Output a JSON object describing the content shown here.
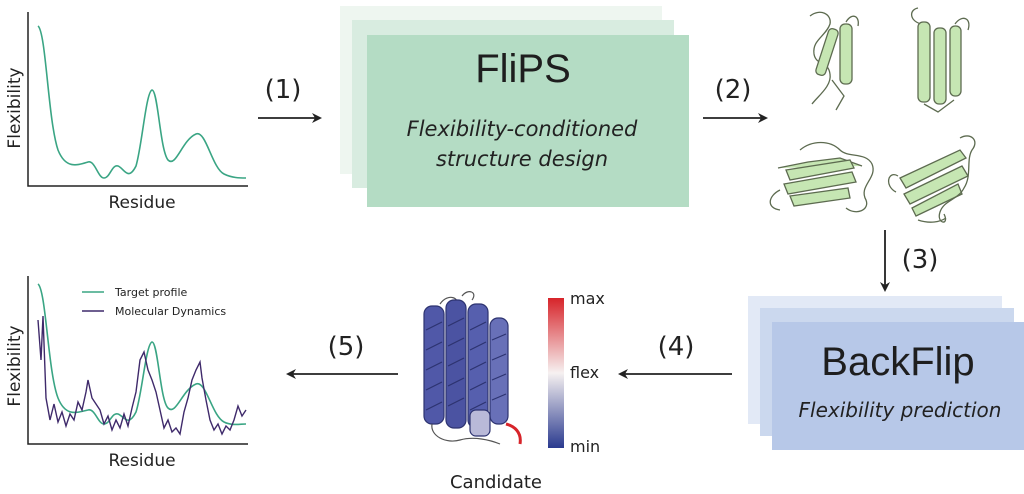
{
  "top_plot": {
    "ylabel": "Flexibility",
    "xlabel": "Residue",
    "curve_color": "#3aa584"
  },
  "bottom_plot": {
    "ylabel": "Flexibility",
    "xlabel": "Residue",
    "legend": [
      {
        "label": "Target profile",
        "color": "#3aa584"
      },
      {
        "label": "Molecular Dynamics",
        "color": "#3f2a6b"
      }
    ]
  },
  "steps": {
    "s1": "(1)",
    "s2": "(2)",
    "s3": "(3)",
    "s4": "(4)",
    "s5": "(5)"
  },
  "flips_box": {
    "title": "FliPS",
    "subtitle_line1": "Flexibility-conditioned",
    "subtitle_line2": "structure design",
    "color": "#b4dcc4"
  },
  "backflip_box": {
    "title": "BackFlip",
    "subtitle": "Flexibility prediction",
    "color": "#b7c8e8"
  },
  "colorbar": {
    "max_label": "max",
    "mid_label": "flex",
    "min_label": "min"
  },
  "candidate_label": "Candidate",
  "colors": {
    "protein_green": "#c6e6b3",
    "protein_outline": "#6a7a5a",
    "helix_blue": "#4f57a6",
    "arrow": "#222222"
  }
}
